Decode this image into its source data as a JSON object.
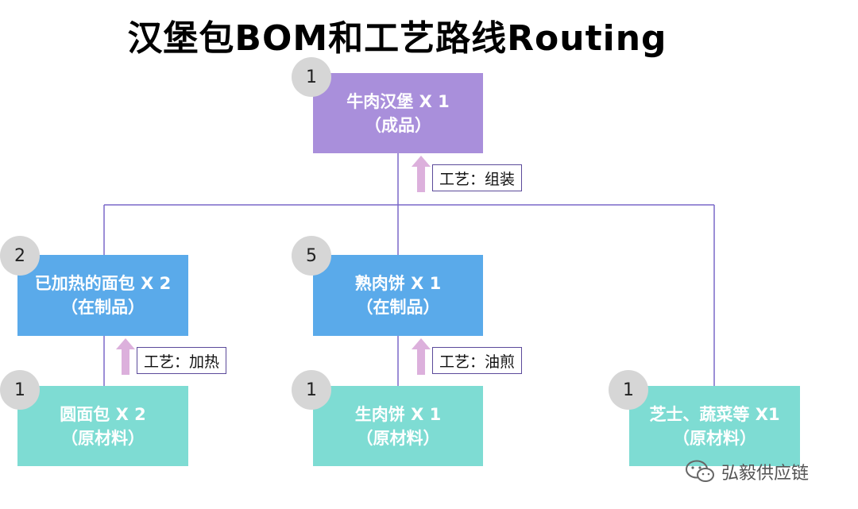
{
  "title": "汉堡包BOM和工艺路线Routing",
  "nodes": {
    "burger": {
      "badge": "1",
      "name": "牛肉汉堡 X 1",
      "type": "（成品）"
    },
    "heated_bun": {
      "badge": "2",
      "name": "已加热的面包 X 2",
      "type": "（在制品）"
    },
    "cooked_patty": {
      "badge": "5",
      "name": "熟肉饼 X 1",
      "type": "（在制品）"
    },
    "bun": {
      "badge": "1",
      "name": "圆面包 X 2",
      "type": "（原材料）"
    },
    "raw_patty": {
      "badge": "1",
      "name": "生肉饼 X 1",
      "type": "（原材料）"
    },
    "cheese_veg": {
      "badge": "1",
      "name": "芝士、蔬菜等 X1",
      "type": "（原材料）"
    }
  },
  "processes": {
    "assemble": "工艺：组装",
    "heat": "工艺：加热",
    "fry": "工艺：油煎"
  },
  "watermark": "弘毅供应链",
  "colors": {
    "finished": "#a98fdb",
    "wip": "#5aaaea",
    "raw": "#7edcd3",
    "connector": "#7a68c8",
    "arrow": "#dcb0dc",
    "badge": "#d6d6d6"
  }
}
